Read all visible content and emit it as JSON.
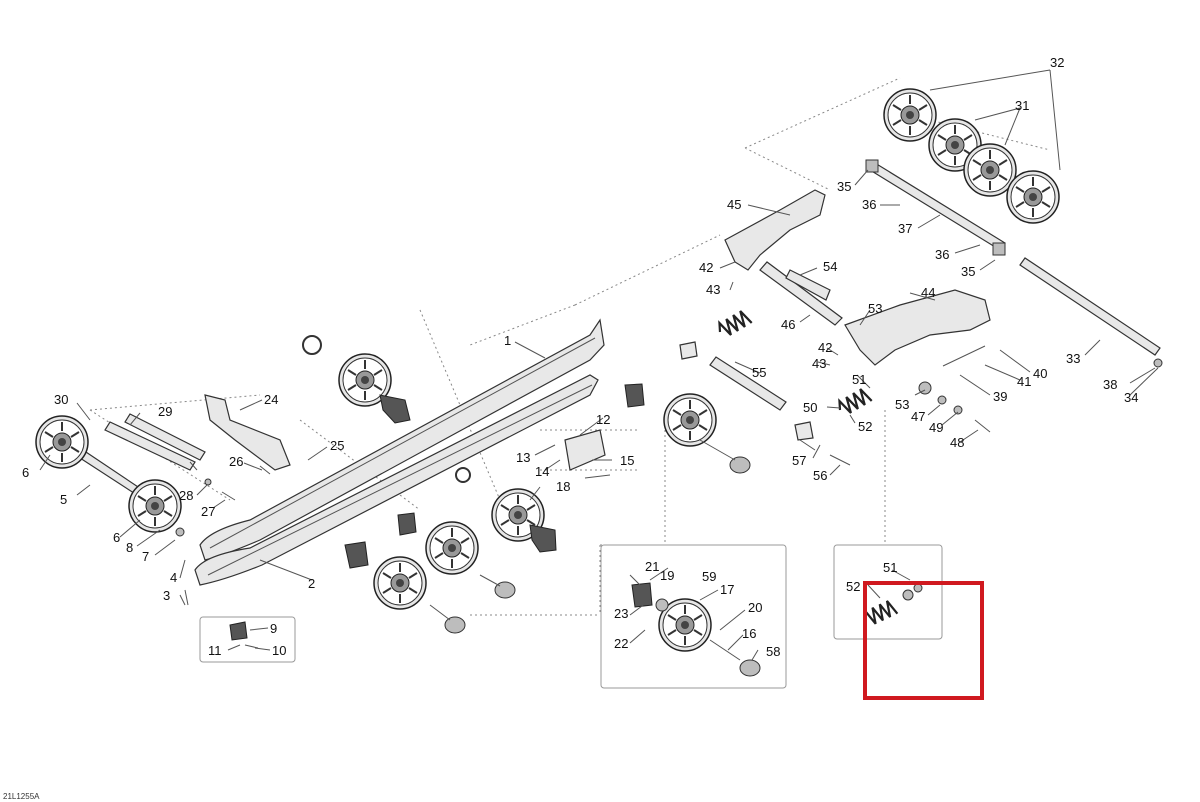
{
  "drawing_id": "21L1255A",
  "highlight_color": "#d0191f",
  "callouts": {
    "c1": "1",
    "c2": "2",
    "c3": "3",
    "c4": "4",
    "c5": "5",
    "c6a": "6",
    "c6b": "6",
    "c7": "7",
    "c8": "8",
    "c9": "9",
    "c10": "10",
    "c11": "11",
    "c12": "12",
    "c13": "13",
    "c14": "14",
    "c15": "15",
    "c16": "16",
    "c17": "17",
    "c18": "18",
    "c19": "19",
    "c20": "20",
    "c21": "21",
    "c22": "22",
    "c23": "23",
    "c24": "24",
    "c25": "25",
    "c26": "26",
    "c27": "27",
    "c28": "28",
    "c29": "29",
    "c30": "30",
    "c31": "31",
    "c32": "32",
    "c33": "33",
    "c34": "34",
    "c35a": "35",
    "c35b": "35",
    "c36a": "36",
    "c36b": "36",
    "c37": "37",
    "c38": "38",
    "c39": "39",
    "c40": "40",
    "c41": "41",
    "c42a": "42",
    "c42b": "42",
    "c43a": "43",
    "c43b": "43",
    "c44": "44",
    "c45": "45",
    "c46": "46",
    "c47": "47",
    "c48": "48",
    "c49": "49",
    "c50": "50",
    "c51a": "51",
    "c51b": "51",
    "c52a": "52",
    "c52b": "52",
    "c53a": "53",
    "c53b": "53",
    "c54": "54",
    "c55": "55",
    "c56": "56",
    "c57": "57",
    "c58": "58",
    "c59": "59"
  }
}
